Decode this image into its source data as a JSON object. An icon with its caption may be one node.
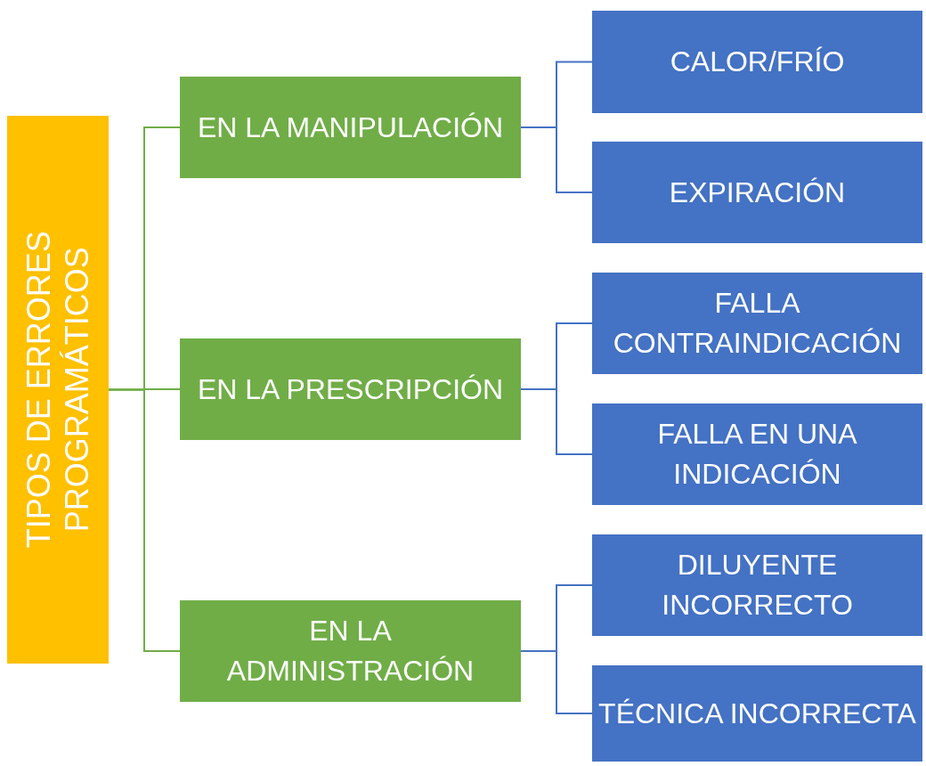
{
  "diagram": {
    "nodes": [
      {
        "text": [
          "TIPOS DE ERRORES PROGRAMÁTICOS"
        ]
      },
      {
        "text": [
          "EN LA MANIPULACIÓN"
        ]
      },
      {
        "text": [
          "CALOR/FRÍO"
        ]
      },
      {
        "text": [
          "EXPIRACIÓN"
        ]
      },
      {
        "text": [
          "EN LA PRESCRIPCIÓN"
        ]
      },
      {
        "text": [
          "FALLA CONTRAINDICACIÓN"
        ]
      },
      {
        "text": [
          "FALLA EN UNA INDICACIÓN"
        ]
      },
      {
        "text": [
          "EN LA ADMINISTRACIÓN"
        ]
      },
      {
        "text": [
          "DILUYENTE INCORRECTO"
        ]
      },
      {
        "text": [
          "TÉCNICA INCORRECTA"
        ]
      }
    ],
    "edges": [
      {
        "from": 0,
        "to": 1,
        "arrow": "none",
        "color": "#70ad47"
      },
      {
        "from": 0,
        "to": 4,
        "arrow": "none",
        "color": "#70ad47"
      },
      {
        "from": 0,
        "to": 7,
        "arrow": "none",
        "color": "#70ad47"
      },
      {
        "from": 1,
        "to": 2,
        "arrow": "none"
      },
      {
        "from": 1,
        "to": 3,
        "arrow": "none"
      },
      {
        "from": 4,
        "to": 5,
        "arrow": "none"
      },
      {
        "from": 4,
        "to": 6,
        "arrow": "none"
      },
      {
        "from": 7,
        "to": 8,
        "arrow": "none"
      },
      {
        "from": 7,
        "to": 9,
        "arrow": "none"
      }
    ]
  }
}
